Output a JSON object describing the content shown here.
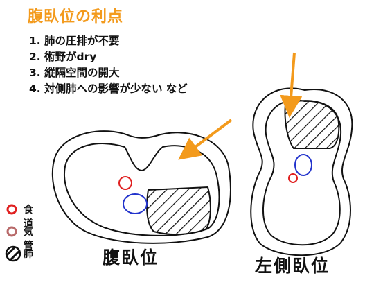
{
  "title": "腹臥位の利点",
  "points": [
    {
      "num": "1.",
      "text": "肺の圧排が不要"
    },
    {
      "num": "2.",
      "text": "術野がdry"
    },
    {
      "num": "3.",
      "text": "縦隔空間の開大"
    },
    {
      "num": "4.",
      "text": "対側肺への影響が少ない など"
    }
  ],
  "legend": {
    "esophagus": "食道",
    "trachea": "気管",
    "lung": "肺"
  },
  "captions": {
    "prone": "腹臥位",
    "left_lateral": "左側臥位"
  },
  "colors": {
    "title": "#f39a1c",
    "arrow": "#f39a1c",
    "esophagus": "#e02020",
    "trachea": "#b86a6a",
    "vessel": "#2233cc"
  }
}
